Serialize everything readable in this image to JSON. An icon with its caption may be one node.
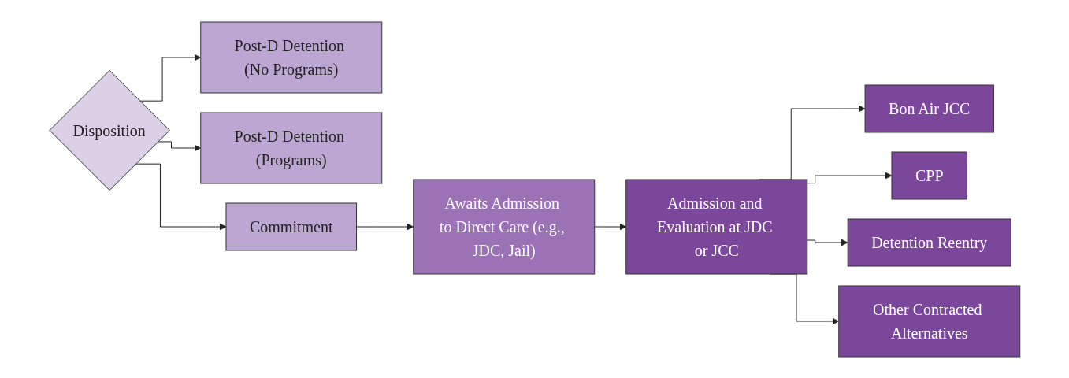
{
  "diagram": {
    "nodes": [
      {
        "text": [
          "Disposition"
        ]
      },
      {
        "text": [
          "Post-D Detention (No Programs)"
        ]
      },
      {
        "text": [
          "Post-D Detention (Programs)"
        ]
      },
      {
        "text": [
          "Commitment"
        ]
      },
      {
        "text": [
          "Awaits Admission to Direct Care (e.g., JDC, Jail)"
        ]
      },
      {
        "text": [
          "Admission and Evaluation at JDC or JCC"
        ]
      },
      {
        "text": [
          "Bon Air JCC"
        ]
      },
      {
        "text": [
          "CPP"
        ]
      },
      {
        "text": [
          "Detention Reentry"
        ]
      },
      {
        "text": [
          "Other Contracted Alternatives"
        ]
      }
    ],
    "edges": [
      {
        "from": 0,
        "to": 1,
        "arrow": "to"
      },
      {
        "from": 0,
        "to": 2,
        "arrow": "to"
      },
      {
        "from": 0,
        "to": 3,
        "arrow": "to"
      },
      {
        "from": 3,
        "to": 4,
        "arrow": "to"
      },
      {
        "from": 4,
        "to": 5,
        "arrow": "to"
      },
      {
        "from": 5,
        "to": 6,
        "arrow": "to"
      },
      {
        "from": 5,
        "to": 7,
        "arrow": "to"
      },
      {
        "from": 5,
        "to": 8,
        "arrow": "to"
      },
      {
        "from": 5,
        "to": 9,
        "arrow": "to"
      }
    ]
  }
}
